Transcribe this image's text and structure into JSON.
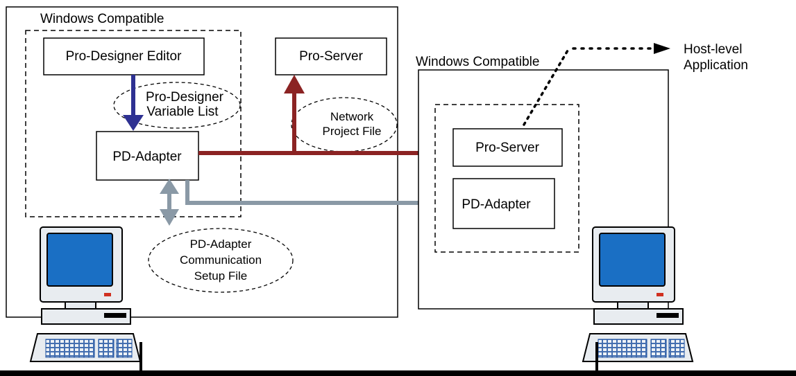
{
  "left_computer": {
    "title": "Windows Compatible",
    "editor_label": "Pro-Designer Editor",
    "server_label": "Pro-Server",
    "adapter_label": "PD-Adapter",
    "variable_list": [
      "Pro-Designer",
      "Variable List"
    ],
    "network_file": [
      "Network",
      "Project File"
    ],
    "comm_setup_file": [
      "PD-Adapter",
      "Communication",
      "Setup File"
    ]
  },
  "right_computer": {
    "title": "Windows Compatible",
    "server_label": "Pro-Server",
    "adapter_label": "PD-Adapter"
  },
  "host_application": [
    "Host-level",
    "Application"
  ],
  "colors": {
    "project_arrow": "#8b2323",
    "variable_arrow": "#2e3192",
    "comm_arrow": "#8a99a6",
    "screen": "#1a6fc4",
    "terminal_body": "#e8ecf0",
    "network_line": "#000000"
  },
  "icons": [
    "desktop-computer-icon",
    "keyboard-icon"
  ]
}
